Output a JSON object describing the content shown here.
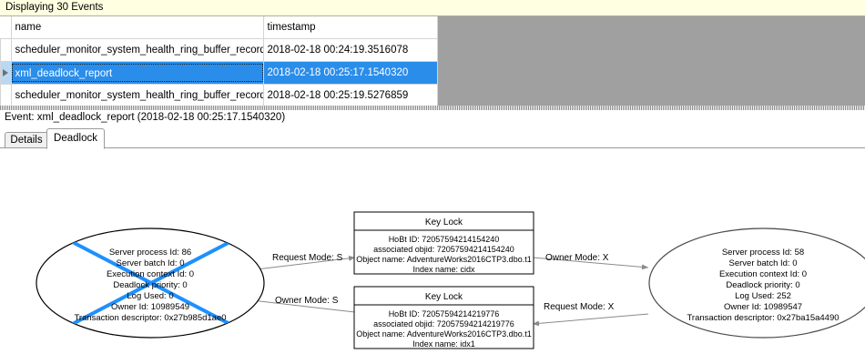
{
  "caption": "Displaying 30 Events",
  "grid": {
    "columns": [
      "",
      "name",
      "timestamp"
    ],
    "rows": [
      {
        "selector": "",
        "name": "scheduler_monitor_system_health_ring_buffer_recorded",
        "timestamp": "2018-02-18 00:24:19.3516078",
        "selected": false
      },
      {
        "selector": "row-arrow-icon",
        "name": "xml_deadlock_report",
        "timestamp": "2018-02-18 00:25:17.1540320",
        "selected": true
      },
      {
        "selector": "",
        "name": "scheduler_monitor_system_health_ring_buffer_recorded",
        "timestamp": "2018-02-18 00:25:19.5276859",
        "selected": false
      }
    ]
  },
  "event": {
    "header": "Event: xml_deadlock_report (2018-02-18 00:25:17.1540320)",
    "tabs": [
      {
        "label": "Details",
        "active": false
      },
      {
        "label": "Deadlock",
        "active": true
      }
    ]
  },
  "graph": {
    "victim_color": "#1e90ff",
    "node_color": "#000000",
    "edge_color": "#808080",
    "processes": [
      {
        "id": "process-left",
        "victim": true,
        "lines": [
          "Server process Id: 86",
          "Server batch Id: 0",
          "Execution context Id: 0",
          "Deadlock priority: 0",
          "Log Used: 0",
          "Owner Id: 10989549",
          "Transaction descriptor: 0x27b985d1ae0"
        ]
      },
      {
        "id": "process-right",
        "victim": false,
        "lines": [
          "Server process Id: 58",
          "Server batch Id: 0",
          "Execution context Id: 0",
          "Deadlock priority: 0",
          "Log Used: 252",
          "Owner Id: 10989547",
          "Transaction descriptor: 0x27ba15a4490"
        ]
      }
    ],
    "resources": [
      {
        "id": "key-lock-top",
        "title": "Key Lock",
        "lines": [
          "HoBt ID: 72057594214154240",
          "associated objid: 72057594214154240",
          "Object name: AdventureWorks2016CTP3.dbo.t1",
          "Index name: cidx"
        ]
      },
      {
        "id": "key-lock-bottom",
        "title": "Key Lock",
        "lines": [
          "HoBt ID: 72057594214219776",
          "associated objid: 72057594214219776",
          "Object name: AdventureWorks2016CTP3.dbo.t1",
          "Index name: idx1"
        ]
      }
    ],
    "edges": [
      {
        "id": "edge-left-request",
        "label": "Request Mode: S"
      },
      {
        "id": "edge-right-owner",
        "label": "Owner Mode: X"
      },
      {
        "id": "edge-left-owner",
        "label": "Owner Mode: S"
      },
      {
        "id": "edge-right-request",
        "label": "Request Mode: X"
      }
    ]
  }
}
